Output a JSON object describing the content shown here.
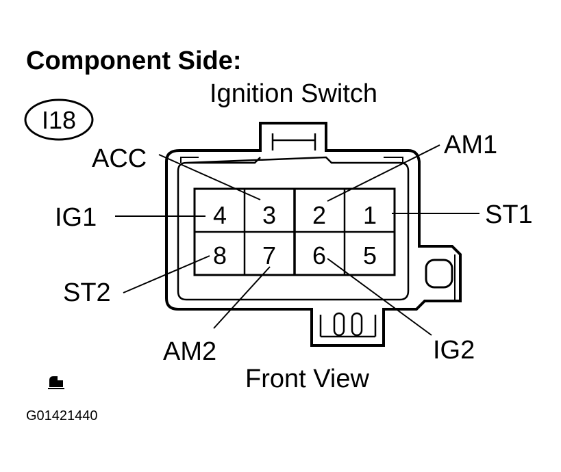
{
  "title": "Component Side:",
  "connector_name": "Ignition Switch",
  "connector_id": "I18",
  "view": "Front View",
  "figure_code": "G01421440",
  "icon": "connector-icon",
  "pins": [
    {
      "number": "1",
      "terminal": "ST1"
    },
    {
      "number": "2",
      "terminal": "AM1"
    },
    {
      "number": "3",
      "terminal": "ACC"
    },
    {
      "number": "4",
      "terminal": "IG1"
    },
    {
      "number": "5",
      "terminal": ""
    },
    {
      "number": "6",
      "terminal": "IG2"
    },
    {
      "number": "7",
      "terminal": "AM2"
    },
    {
      "number": "8",
      "terminal": "ST2"
    }
  ]
}
